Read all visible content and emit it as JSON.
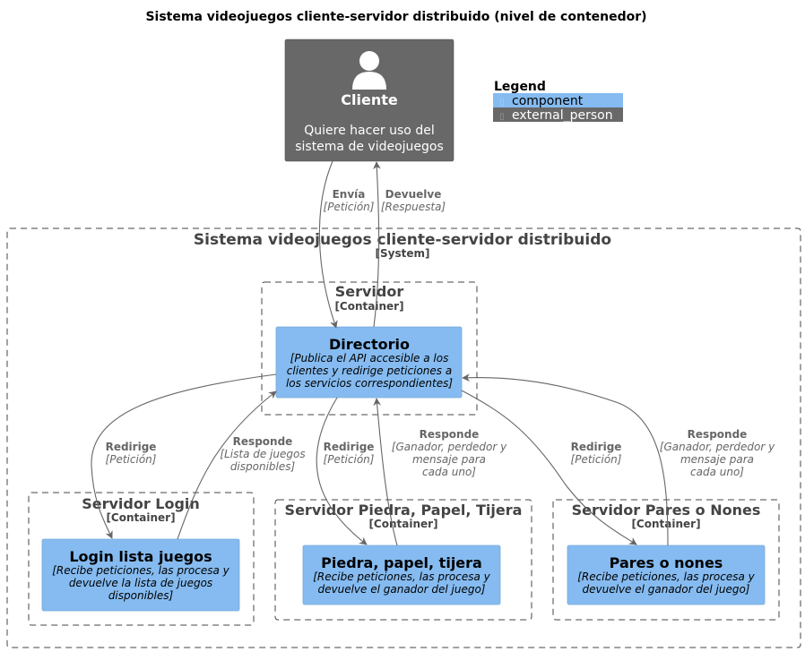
{
  "diagram": {
    "title": "Sistema  videojuegos cliente-servidor distribuido (nivel de contenedor)"
  },
  "legend": {
    "title": "Legend",
    "items": [
      {
        "label": "component",
        "color": "#85BBF0",
        "text_color": "#000000"
      },
      {
        "label": "external_person",
        "color": "#686868",
        "text_color": "#FFFFFF"
      }
    ]
  },
  "person": {
    "name": "Cliente",
    "desc_line1": "Quiere hacer uso del",
    "desc_line2": "sistema de videojuegos",
    "icon": "person-icon"
  },
  "system_boundary": {
    "title": "Sistema videojuegos cliente-servidor distribuido",
    "type": "[System]"
  },
  "boundaries": {
    "servidor": {
      "title": "Servidor",
      "type": "[Container]"
    },
    "login": {
      "title": "Servidor Login",
      "type": "[Container]"
    },
    "ppt": {
      "title": "Servidor Piedra, Papel, Tijera",
      "type": "[Container]"
    },
    "pares": {
      "title": "Servidor Pares o Nones",
      "type": "[Container]"
    }
  },
  "components": {
    "directorio": {
      "title": "Directorio",
      "desc": [
        "[Publica el API accesible a los",
        "clientes y redirige peticiones a",
        "los servicios correspondientes]"
      ]
    },
    "login": {
      "title": "Login lista juegos",
      "desc": [
        "[Recibe peticiones, las procesa y",
        "devuelve la lista de juegos",
        "disponibles]"
      ]
    },
    "ppt": {
      "title": "Piedra, papel, tijera",
      "desc": [
        "[Recibe peticiones, las procesa y",
        "devuelve el ganador del juego]"
      ]
    },
    "pares": {
      "title": "Pares o nones",
      "desc": [
        "[Recibe peticiones, las procesa y",
        "devuelve el ganador del juego]"
      ]
    }
  },
  "relations": {
    "envia": {
      "label": "Envía",
      "tech": [
        "[Petición]"
      ]
    },
    "devuelve": {
      "label": "Devuelve",
      "tech": [
        "[Respuesta]"
      ]
    },
    "redirige_login": {
      "label": "Redirige",
      "tech": [
        "[Petición]"
      ]
    },
    "responde_login": {
      "label": "Responde",
      "tech": [
        "[Lista de juegos",
        "disponibles]"
      ]
    },
    "redirige_ppt": {
      "label": "Redirige",
      "tech": [
        "[Petición]"
      ]
    },
    "responde_ppt": {
      "label": "Responde",
      "tech": [
        "[Ganador, perdedor y",
        "mensaje para",
        "cada uno]"
      ]
    },
    "redirige_pares": {
      "label": "Redirige",
      "tech": [
        "[Petición]"
      ]
    },
    "responde_pares": {
      "label": "Responde",
      "tech": [
        "[Ganador, perdedor y",
        "mensaje para",
        "cada uno]"
      ]
    }
  }
}
